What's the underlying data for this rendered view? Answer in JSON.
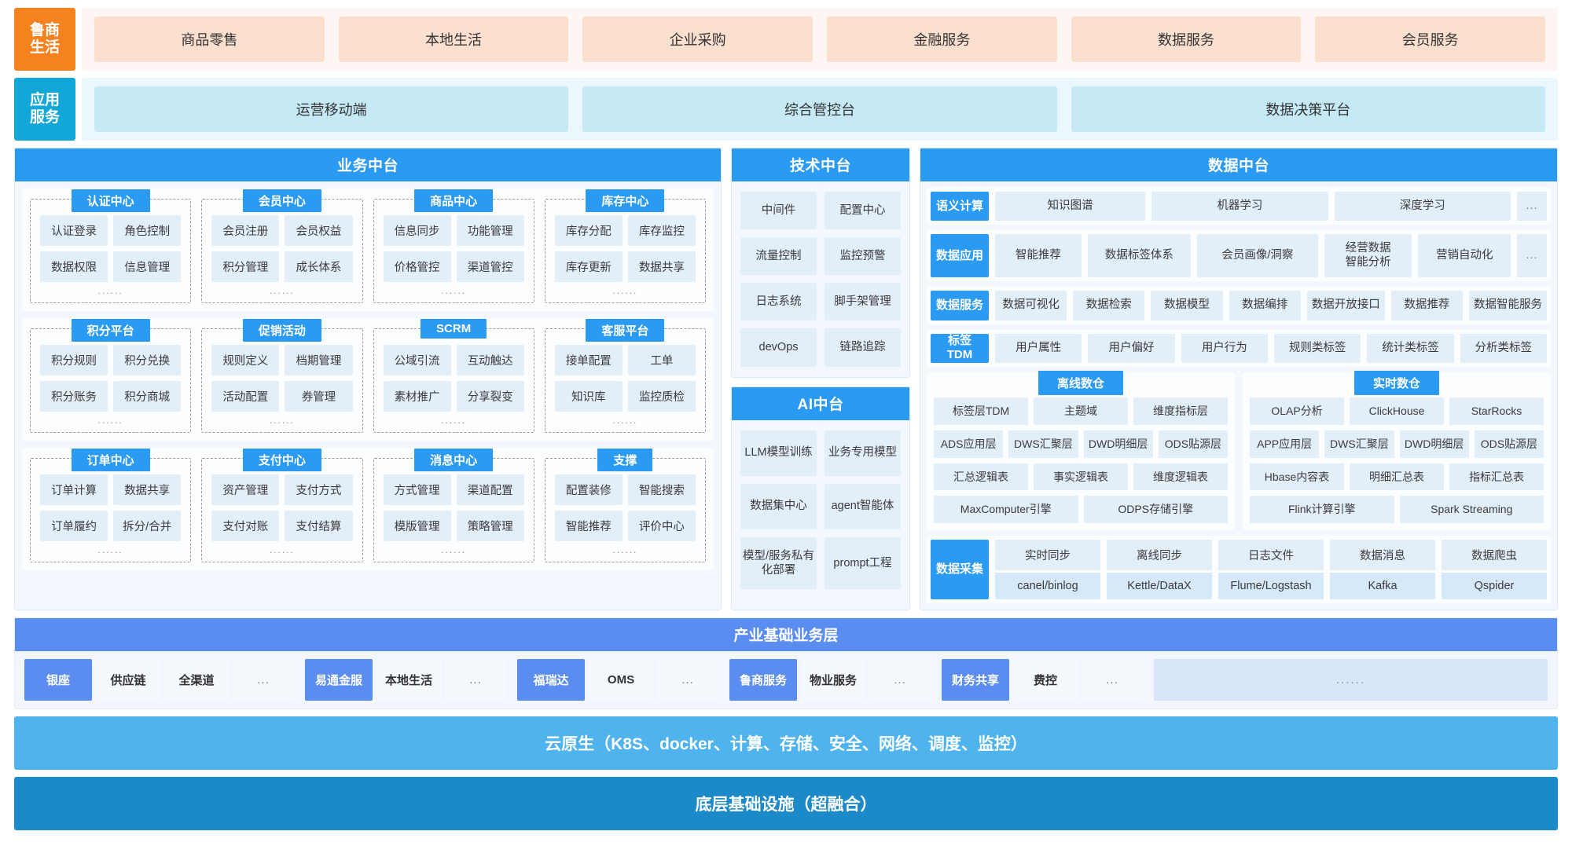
{
  "luShang": {
    "tag": "鲁商\n生活",
    "items": [
      "商品零售",
      "本地生活",
      "企业采购",
      "金融服务",
      "数据服务",
      "会员服务"
    ]
  },
  "appService": {
    "tag": "应用\n服务",
    "items": [
      "运营移动端",
      "综合管控台",
      "数据决策平台"
    ]
  },
  "bizPlatform": {
    "title": "业务中台",
    "groups": [
      {
        "cards": [
          {
            "title": "认证中心",
            "items": [
              "认证登录",
              "角色控制",
              "数据权限",
              "信息管理"
            ],
            "dots": "......"
          },
          {
            "title": "会员中心",
            "items": [
              "会员注册",
              "会员权益",
              "积分管理",
              "成长体系"
            ],
            "dots": "......"
          },
          {
            "title": "商品中心",
            "items": [
              "信息同步",
              "功能管理",
              "价格管控",
              "渠道管控"
            ],
            "dots": "......"
          },
          {
            "title": "库存中心",
            "items": [
              "库存分配",
              "库存监控",
              "库存更新",
              "数据共享"
            ],
            "dots": "......"
          }
        ]
      },
      {
        "cards": [
          {
            "title": "积分平台",
            "items": [
              "积分规则",
              "积分兑换",
              "积分账务",
              "积分商城"
            ],
            "dots": "......"
          },
          {
            "title": "促销活动",
            "items": [
              "规则定义",
              "档期管理",
              "活动配置",
              "券管理"
            ],
            "dots": "......"
          },
          {
            "title": "SCRM",
            "items": [
              "公域引流",
              "互动触达",
              "素材推广",
              "分享裂变"
            ],
            "dots": "......"
          },
          {
            "title": "客服平台",
            "items": [
              "接单配置",
              "工单",
              "知识库",
              "监控质检"
            ],
            "dots": "......"
          }
        ]
      },
      {
        "cards": [
          {
            "title": "订单中心",
            "items": [
              "订单计算",
              "数据共享",
              "订单履约",
              "拆分/合并"
            ],
            "dots": "......"
          },
          {
            "title": "支付中心",
            "items": [
              "资产管理",
              "支付方式",
              "支付对账",
              "支付结算"
            ],
            "dots": "......"
          },
          {
            "title": "消息中心",
            "items": [
              "方式管理",
              "渠道配置",
              "模版管理",
              "策略管理"
            ],
            "dots": "......"
          },
          {
            "title": "支撑",
            "items": [
              "配置装修",
              "智能搜索",
              "智能推荐",
              "评价中心"
            ],
            "dots": "......"
          }
        ]
      }
    ]
  },
  "techPlatform": {
    "title": "技术中台",
    "items": [
      "中间件",
      "配置中心",
      "流量控制",
      "监控预警",
      "日志系统",
      "脚手架管理",
      "devOps",
      "链路追踪"
    ]
  },
  "aiPlatform": {
    "title": "AI中台",
    "items": [
      "LLM模型训练",
      "业务专用模型",
      "数据集中心",
      "agent智能体",
      "模型/服务私有化部署",
      "prompt工程"
    ]
  },
  "dataPlatform": {
    "title": "数据中台",
    "rows": [
      {
        "label": "语义计算",
        "items": [
          "知识图谱",
          "机器学习",
          "深度学习",
          "..."
        ]
      },
      {
        "label": "数据应用",
        "items": [
          "智能推荐",
          "数据标签体系",
          "会员画像/洞察",
          "经营数据智能分析",
          "营销自动化",
          "..."
        ]
      },
      {
        "label": "数据服务",
        "items": [
          "数据可视化",
          "数据检索",
          "数据模型",
          "数据编排",
          "数据开放接口",
          "数据推荐",
          "数据智能服务"
        ]
      },
      {
        "label": "标签TDM",
        "items": [
          "用户属性",
          "用户偏好",
          "用户行为",
          "规则类标签",
          "统计类标签",
          "分析类标签"
        ]
      }
    ],
    "warehouses": [
      {
        "title": "离线数仓",
        "lines": [
          [
            "标签层TDM",
            "主题域",
            "维度指标层"
          ],
          [
            "ADS应用层",
            "DWS汇聚层",
            "DWD明细层",
            "ODS贴源层"
          ],
          [
            "汇总逻辑表",
            "事实逻辑表",
            "维度逻辑表"
          ],
          [
            "MaxComputer引擎",
            "ODPS存储引擎"
          ]
        ]
      },
      {
        "title": "实时数仓",
        "lines": [
          [
            "OLAP分析",
            "ClickHouse",
            "StarRocks"
          ],
          [
            "APP应用层",
            "DWS汇聚层",
            "DWD明细层",
            "ODS贴源层"
          ],
          [
            "Hbase内容表",
            "明细汇总表",
            "指标汇总表"
          ],
          [
            "Flink计算引擎",
            "Spark Streaming"
          ]
        ]
      }
    ],
    "collection": {
      "label": "数据采集",
      "columns": [
        {
          "top": "实时同步",
          "bottom": "canel/binlog"
        },
        {
          "top": "离线同步",
          "bottom": "Kettle/DataX"
        },
        {
          "top": "日志文件",
          "bottom": "Flume/Logstash"
        },
        {
          "top": "数据消息",
          "bottom": "Kafka"
        },
        {
          "top": "数据爬虫",
          "bottom": "Qspider"
        }
      ]
    }
  },
  "industryLayer": {
    "title": "产业基础业务层",
    "groups": [
      {
        "head": "银座",
        "items": [
          "供应链",
          "全渠道"
        ],
        "ellipsis": "..."
      },
      {
        "head": "易通金服",
        "items": [
          "本地生活"
        ],
        "ellipsis": "..."
      },
      {
        "head": "福瑞达",
        "items": [
          "OMS"
        ],
        "ellipsis": "..."
      },
      {
        "head": "鲁商服务",
        "items": [
          "物业服务"
        ],
        "ellipsis": "..."
      },
      {
        "head": "财务共享",
        "items": [
          "费控"
        ],
        "ellipsis": "..."
      }
    ],
    "trailing": "......"
  },
  "cloudNative": {
    "label": "云原生（K8S、docker、计算、存储、安全、网络、调度、监控）"
  },
  "infrastructure": {
    "label": "底层基础设施（超融合）"
  },
  "colors": {
    "orange": "#f5821f",
    "cyan": "#12a7d6",
    "blue": "#2b9af3",
    "indigo": "#5b8df0",
    "cloud": "#4fb4ed",
    "infra": "#1c8ac9"
  }
}
